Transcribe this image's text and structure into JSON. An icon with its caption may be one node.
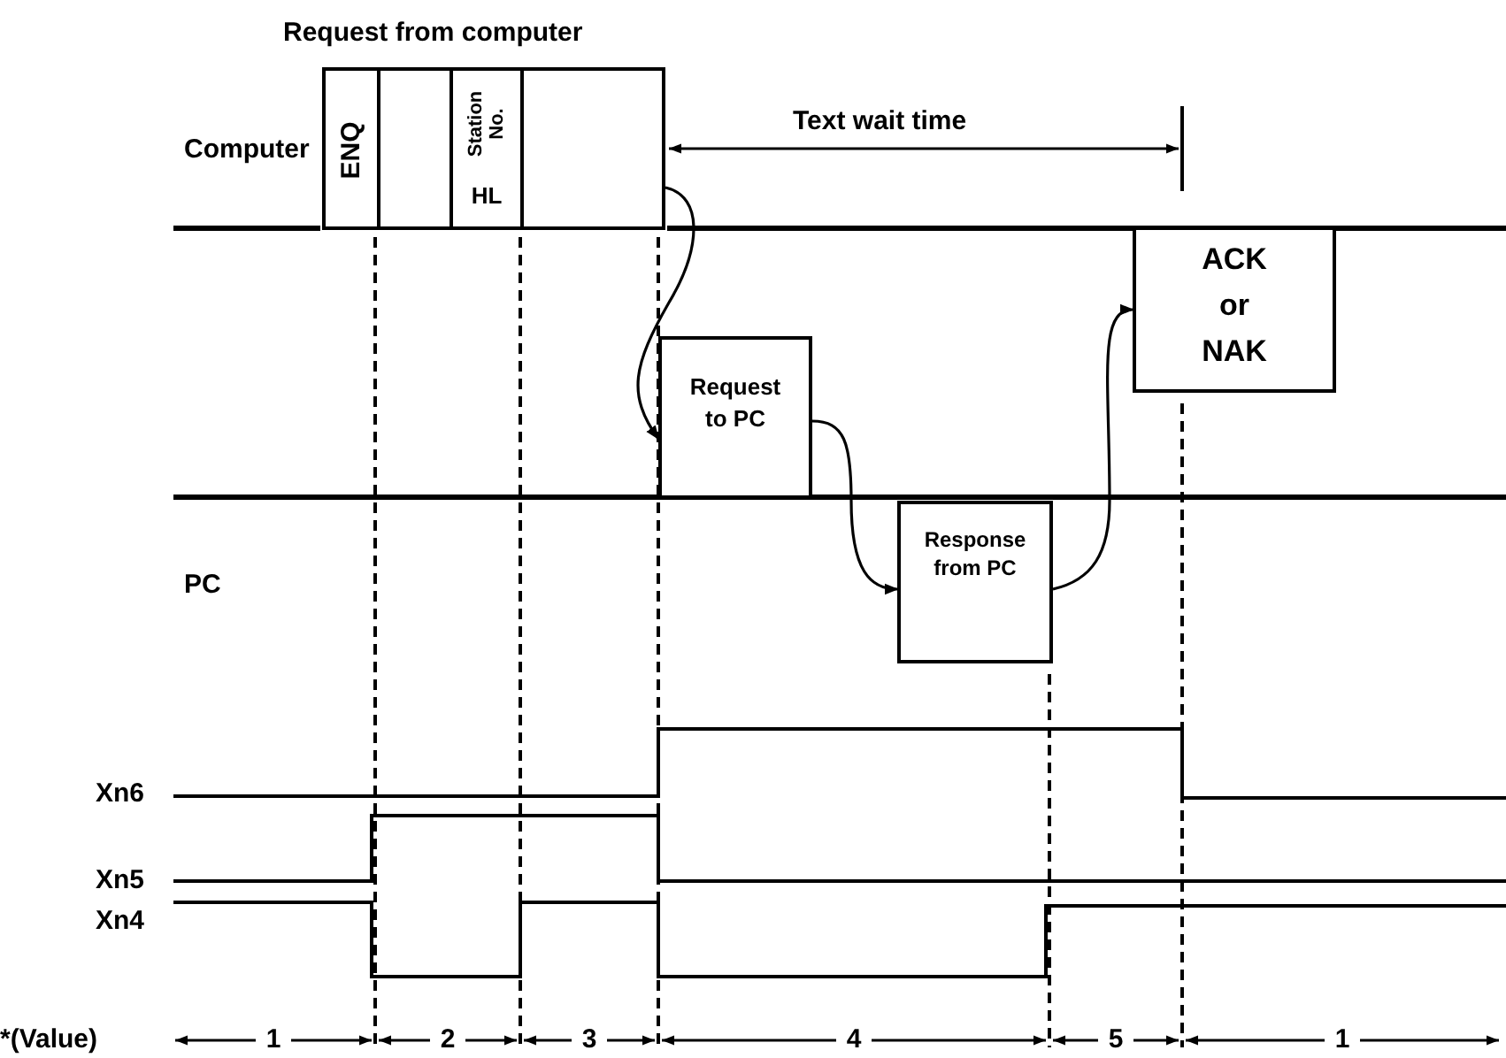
{
  "diagram": {
    "nodes": [
      {
        "text": [
          "ENQ"
        ]
      },
      {
        "text": [],
        "shape": "box"
      },
      {
        "text": [
          "Station No.",
          "HL"
        ]
      },
      {
        "text": [],
        "shape": "box"
      },
      {
        "text": [
          "Request to PC"
        ]
      },
      {
        "text": [
          "Response from PC"
        ]
      },
      {
        "text": [
          "ACK or NAK"
        ]
      }
    ],
    "edges": [
      {
        "from": 3,
        "to": 4,
        "arrow": "to"
      },
      {
        "from": 4,
        "to": 5,
        "arrow": "to"
      },
      {
        "from": 5,
        "to": 6,
        "arrow": "to"
      }
    ],
    "labels": [
      "Request from computer",
      "Computer",
      "Text wait time",
      "PC",
      "Xn6",
      "Xn5",
      "Xn4",
      "*(Value)",
      "1",
      "2",
      "3",
      "4",
      "5",
      "1"
    ]
  }
}
